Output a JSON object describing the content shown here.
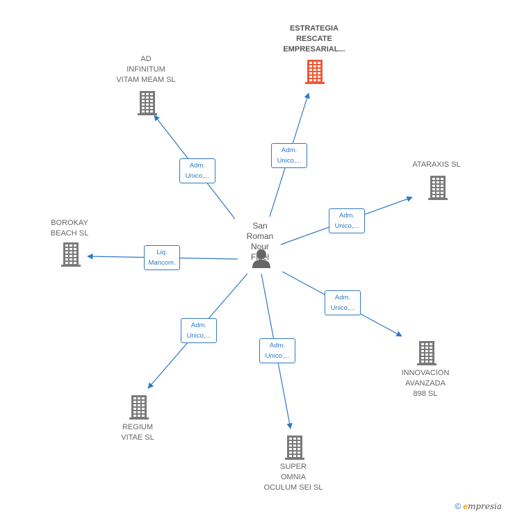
{
  "colors": {
    "edge": "#2f78c4",
    "building": "#7a7a7a",
    "highlight": "#ee5a36",
    "person": "#666666"
  },
  "center": {
    "name": "San Roman\nNour Fidel",
    "icon": "person-icon"
  },
  "nodes": [
    {
      "id": "estrategia",
      "label": "ESTRATEGIA\nRESCATE\nEMPRESARIAL...",
      "highlight": true,
      "icon": "building-icon"
    },
    {
      "id": "ad-infinitum",
      "label": "AD\nINFINITUM\nVITAM MEAM  SL",
      "highlight": false,
      "icon": "building-icon"
    },
    {
      "id": "ataraxis",
      "label": "ATARAXIS  SL",
      "highlight": false,
      "icon": "building-icon"
    },
    {
      "id": "borokay",
      "label": "BOROKAY\nBEACH SL",
      "highlight": false,
      "icon": "building-icon"
    },
    {
      "id": "innovacion",
      "label": "INNOVACION\nAVANZADA\n898  SL",
      "highlight": false,
      "icon": "building-icon"
    },
    {
      "id": "regium",
      "label": "REGIUM\nVITAE  SL",
      "highlight": false,
      "icon": "building-icon"
    },
    {
      "id": "super-omnia",
      "label": "SUPER\nOMNIA\nOCULUM SEI  SL",
      "highlight": false,
      "icon": "building-icon"
    }
  ],
  "edges": [
    {
      "to": "estrategia",
      "label": "Adm.\nUnico,..."
    },
    {
      "to": "ad-infinitum",
      "label": "Adm.\nUnico,..."
    },
    {
      "to": "ataraxis",
      "label": "Adm.\nUnico,..."
    },
    {
      "to": "borokay",
      "label": "Liq.\nMancom."
    },
    {
      "to": "innovacion",
      "label": "Adm.\nUnico,..."
    },
    {
      "to": "regium",
      "label": "Adm.\nUnico,..."
    },
    {
      "to": "super-omnia",
      "label": "Adm.\nUnico,..."
    }
  ],
  "footer": {
    "copyright": "©",
    "brand_initial": "e",
    "brand_rest": "mpresia"
  }
}
